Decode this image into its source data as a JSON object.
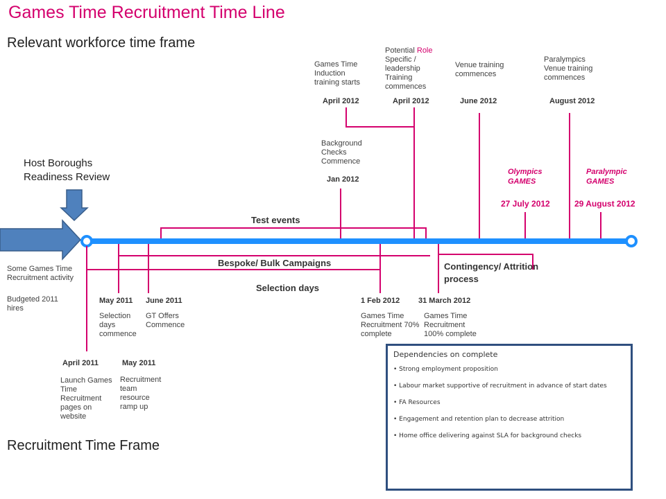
{
  "title": "Games Time Recruitment Time Line",
  "relevant_heading": "Relevant workforce time frame",
  "recruitment_heading": "Recruitment Time Frame",
  "host_boroughs": "Host Boroughs Readiness Review",
  "left_notes": {
    "activity": "Some Games Time Recruitment activity",
    "budgeted": "Budgeted 2011 hires"
  },
  "upper_milestones": [
    {
      "date": "April 2012",
      "label": "Games Time Induction training starts"
    },
    {
      "date": "April 2012",
      "label_pre": "Potential ",
      "label_pink": "Role",
      "label_post": " Specific / leadership Training commences"
    },
    {
      "date": "June 2012",
      "label": "Venue training commences"
    },
    {
      "date": "August 2012",
      "label": "Paralympics Venue training commences"
    },
    {
      "date": "Jan 2012",
      "label": "Background Checks Commence"
    }
  ],
  "games": [
    {
      "name": "Olympics GAMES",
      "date": "27 July 2012"
    },
    {
      "name": "Paralympic GAMES",
      "date": "29 August 2012"
    }
  ],
  "bars": {
    "test_events": "Test events",
    "bespoke": "Bespoke/ Bulk Campaigns",
    "selection_days": "Selection days",
    "contingency": "Contingency/ Attrition process"
  },
  "lower_milestones": [
    {
      "date": "May 2011",
      "label": "Selection days commence"
    },
    {
      "date": "June 2011",
      "label": "GT Offers Commence"
    },
    {
      "date": "1 Feb 2012",
      "label": "Games Time Recruitment 70% complete"
    },
    {
      "date": "31 March 2012",
      "label": "Games Time Recruitment 100% complete"
    },
    {
      "date": "April 2011",
      "label": "Launch Games Time Recruitment pages on website"
    },
    {
      "date": "May 2011",
      "label": "Recruitment team resource ramp up"
    }
  ],
  "dependencies": {
    "title": "Dependencies on complete",
    "items": [
      "Strong employment proposition",
      "Labour market supportive of recruitment in advance of start dates",
      "FA Resources",
      "Engagement and retention plan to decrease attrition",
      "Home office delivering against SLA for background checks"
    ]
  },
  "colors": {
    "accent": "#d4006d",
    "timeline": "#1e90ff",
    "arrow": "#4f81bd",
    "border": "#2f4f7f"
  }
}
